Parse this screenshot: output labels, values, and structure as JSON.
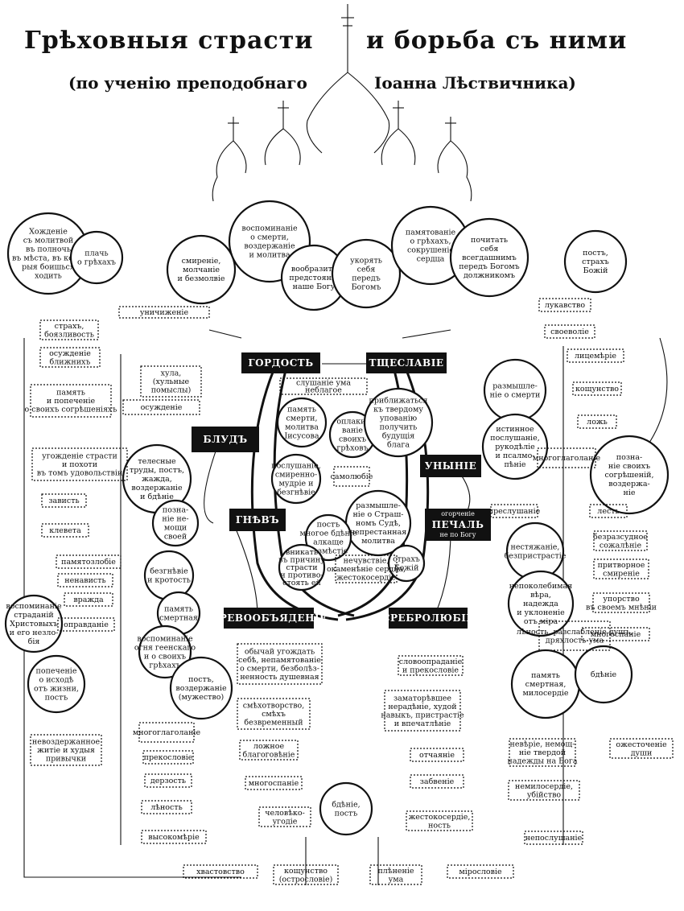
{
  "title_left": "Грѣховныя страсти",
  "title_right": "и борьба съ ними",
  "subtitle_left": "(по ученію преподобнаго",
  "subtitle_right": "Іоанна Лѣствичника)",
  "passions": {
    "pride": "ГОРДОСТЬ",
    "vainglory": "ТЩЕСЛАВІЕ",
    "lust": "БЛУДЪ",
    "despondency": "УНЫНІЕ",
    "anger": "ГНѢВЪ",
    "sorrow": "ПЕЧАЛЬ",
    "sorrow_note": "огорченіе / не по Богу",
    "gluttony": "ЧРЕВООБЪЯДЕНІЕ",
    "avarice": "СРЕБРОЛЮБІЕ"
  },
  "circles": {
    "c1": [
      "Хожденіе",
      "съ молитвой",
      "въ полночь",
      "въ мѣста, въ кото-",
      "рыя боишься",
      "ходить"
    ],
    "c2": [
      "плачь",
      "о грѣхахъ"
    ],
    "c3": [
      "смиреніе,",
      "молчаніе",
      "и безмолвіе"
    ],
    "c4": [
      "воспоминаніе",
      "о смерти,",
      "воздержаніе",
      "и молитва"
    ],
    "c5": [
      "вообразить",
      "предстояніе",
      "наше Богу"
    ],
    "c6": [
      "укорять",
      "себя",
      "передъ",
      "Богомъ"
    ],
    "c7": [
      "памятованіе",
      "о грѣхахъ,",
      "сокрушеніе",
      "сердца"
    ],
    "c8": [
      "почитать",
      "себя",
      "всегдашнимъ",
      "передъ Богомъ",
      "должникомъ"
    ],
    "c9": [
      "постъ,",
      "страхъ",
      "Божій"
    ],
    "c10": [
      "память",
      "смерти,",
      "молитва",
      "Іисусова"
    ],
    "c11": [
      "оплаки-",
      "ваніе",
      "своихъ",
      "грѣховъ"
    ],
    "c12": [
      "приближаться",
      "къ твердому",
      "упованію",
      "получить",
      "будущія",
      "блага"
    ],
    "c13": [
      "размышле-",
      "ніе о смерти"
    ],
    "c14": [
      "истинное",
      "послушаніе,",
      "рукодѣліе",
      "и псалмо-",
      "пѣніе"
    ],
    "c15": [
      "телесные",
      "труды, постъ,",
      "жажда,",
      "воздержаніе",
      "и бдѣніе"
    ],
    "c16": [
      "послушаніе,",
      "смиренно-",
      "мудріе и",
      "безгнѣвіе"
    ],
    "c17": [
      "позна-",
      "ніе не-",
      "мощи",
      "своей"
    ],
    "c18": [
      "размышле-",
      "ніе о Страш-",
      "номъ Судѣ,",
      "непрестанная",
      "молитва"
    ],
    "c19": [
      "постъ",
      "многое бдѣніе",
      "алкаще",
      "безмѣстіе"
    ],
    "c20": [
      "вникать",
      "въ причину",
      "страсти",
      "и противо-",
      "стоять ей"
    ],
    "c21": [
      "страхъ",
      "Божій"
    ],
    "c22": [
      "безгнѣвіе",
      "и кротость"
    ],
    "c23": [
      "память",
      "смертная"
    ],
    "c24": [
      "воспоминаніе",
      "страданій",
      "Христовыхъ",
      "и его незло-",
      "бія"
    ],
    "c25": [
      "воспоминаніе",
      "огня геенскаго",
      "и о своихъ",
      "грѣхахъ"
    ],
    "c26": [
      "нестяжаніе,",
      "безпристрастіе"
    ],
    "c27": [
      "непоколебимая",
      "вѣра,",
      "надежда",
      "и уклоненіе",
      "отъ міра"
    ],
    "c28": [
      "позна-",
      "ніе своихъ",
      "согрѣшеній,",
      "воздержа-",
      "ніе"
    ],
    "c29": [
      "попеченіе",
      "о исходѣ",
      "отъ жизни,",
      "постъ"
    ],
    "c30": [
      "постъ,",
      "воздержаніе",
      "(мужество)"
    ],
    "c31": [
      "память",
      "смертная,",
      "милосердіе"
    ],
    "c32": [
      "бдѣніе"
    ],
    "c33": [
      "бдѣніе,",
      "постъ"
    ]
  },
  "boxes": {
    "b1": [
      "страхъ,",
      "боязливость"
    ],
    "b2": [
      "уничиженіе"
    ],
    "b3": [
      "осужденіе",
      "ближнихъ"
    ],
    "b4": [
      "хула,",
      "(хульные",
      "помыслы)"
    ],
    "b5": [
      "память",
      "и попеченіе",
      "о своихъ согрѣшеніяхъ"
    ],
    "b6": [
      "осужденіе"
    ],
    "b7": [
      "слушаніе ума",
      "неблагое"
    ],
    "b8": [
      "лукавство"
    ],
    "b9": [
      "своеволіе"
    ],
    "b10": [
      "лицемѣріе"
    ],
    "b11": [
      "кощунство"
    ],
    "b12": [
      "ложь"
    ],
    "b13": [
      "угожденіе страсти",
      "и похоти",
      "въ томъ удовольствіи"
    ],
    "b14": [
      "зависть"
    ],
    "b15": [
      "клевета"
    ],
    "b16": [
      "самолюбіе"
    ],
    "b17": [
      "преслушаніе"
    ],
    "b18": [
      "многоглаголаніе"
    ],
    "b19": [
      "лесть"
    ],
    "b20": [
      "безразсудное",
      "сожалѣніе"
    ],
    "b21": [
      "притворное",
      "смиреніе"
    ],
    "b22": [
      "упорство",
      "въ своемъ мнѣніи"
    ],
    "b23": [
      "памятозлобіе"
    ],
    "b24": [
      "ненависть"
    ],
    "b25": [
      "вражда"
    ],
    "b26": [
      "оправданіе"
    ],
    "b27": [
      "нечувствіе,",
      "окаменѣніе сердца,",
      "жестокосердіе"
    ],
    "b28": [
      "многоспаніе"
    ],
    "b29": [
      "лѣность, разслабленіе душъ,",
      "дряхлость ума"
    ],
    "b30": [
      "словоопраданіе",
      "и прекословіе"
    ],
    "b31": [
      "обычай угождать",
      "себѣ, непамятованіе",
      "о смерти, безболѣз-",
      "ненность душевная"
    ],
    "b32": [
      "смѣхотворство,",
      "смѣхъ",
      "безвременный"
    ],
    "b33": [
      "заматорѣвшее",
      "нерадѣніе, худой",
      "навыкъ, пристрастіе",
      "и впечатлѣніе"
    ],
    "b34": [
      "многоглаголаніе"
    ],
    "b35": [
      "невоздержанное",
      "житіе и худыя",
      "привычки"
    ],
    "b36": [
      "прекословіе"
    ],
    "b37": [
      "ложное",
      "благоговѣніе"
    ],
    "b38": [
      "отчаяніе"
    ],
    "b39": [
      "невѣріе, немощ-",
      "ніе твердой",
      "надежды на Бога"
    ],
    "b40": [
      "ожесточеніе",
      "души"
    ],
    "b41": [
      "дерзость"
    ],
    "b42": [
      "многоспаніе"
    ],
    "b43": [
      "забвеніе"
    ],
    "b44": [
      "немилосердіе,",
      "убійство"
    ],
    "b45": [
      "лѣность"
    ],
    "b46": [
      "человѣко-",
      "угодіе"
    ],
    "b47": [
      "жестокосердіе,",
      "ность"
    ],
    "b48": [
      "непослушаніе"
    ],
    "b49": [
      "высокомѣріе"
    ],
    "b50": [
      "хвастовство"
    ],
    "b51": [
      "кощунство",
      "(острословіе)"
    ],
    "b52": [
      "плѣненіе",
      "ума"
    ],
    "b53": [
      "мірословіе"
    ]
  }
}
